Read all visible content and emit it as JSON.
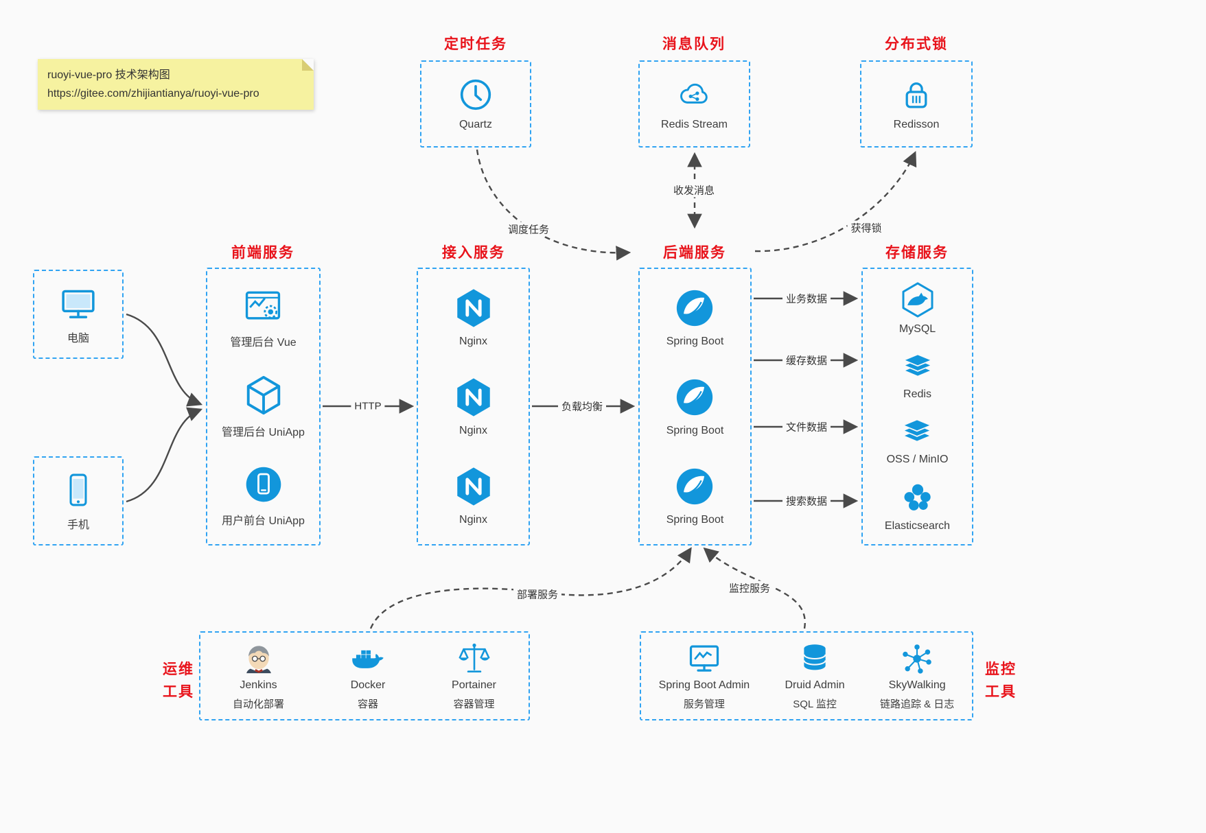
{
  "colors": {
    "accent": "#1296db",
    "box_border": "#30a3f2",
    "heading_red": "#e8131b",
    "arrow": "#4a4a4a",
    "note_bg": "#f6f2a0"
  },
  "note": {
    "line1": "ruoyi-vue-pro 技术架构图",
    "line2": "https://gitee.com/zhijiantianya/ruoyi-vue-pro"
  },
  "top_groups": [
    {
      "title": "定时任务",
      "label": "Quartz",
      "icon": "clock-icon"
    },
    {
      "title": "消息队列",
      "label": "Redis Stream",
      "icon": "cloud-stream-icon"
    },
    {
      "title": "分布式锁",
      "label": "Redisson",
      "icon": "lock-icon"
    }
  ],
  "clients": [
    {
      "label": "电脑",
      "icon": "monitor-icon"
    },
    {
      "label": "手机",
      "icon": "smartphone-icon"
    }
  ],
  "frontend": {
    "title": "前端服务",
    "items": [
      {
        "label": "管理后台 Vue",
        "icon": "admin-vue-icon"
      },
      {
        "label": "管理后台 UniApp",
        "icon": "uniapp-cube-icon"
      },
      {
        "label": "用户前台 UniApp",
        "icon": "user-app-icon"
      }
    ]
  },
  "gateway": {
    "title": "接入服务",
    "items": [
      {
        "label": "Nginx",
        "icon": "nginx-icon"
      },
      {
        "label": "Nginx",
        "icon": "nginx-icon"
      },
      {
        "label": "Nginx",
        "icon": "nginx-icon"
      }
    ]
  },
  "backend": {
    "title": "后端服务",
    "items": [
      {
        "label": "Spring Boot",
        "icon": "spring-icon"
      },
      {
        "label": "Spring Boot",
        "icon": "spring-icon"
      },
      {
        "label": "Spring Boot",
        "icon": "spring-icon"
      }
    ]
  },
  "storage": {
    "title": "存储服务",
    "items": [
      {
        "label": "MySQL",
        "icon": "mysql-icon"
      },
      {
        "label": "Redis",
        "icon": "redis-stack-icon"
      },
      {
        "label": "OSS / MinIO",
        "icon": "oss-stack-icon"
      },
      {
        "label": "Elasticsearch",
        "icon": "elasticsearch-icon"
      }
    ]
  },
  "ops": {
    "title_line1": "运维",
    "title_line2": "工具",
    "items": [
      {
        "label": "Jenkins",
        "sublabel": "自动化部署",
        "icon": "jenkins-icon"
      },
      {
        "label": "Docker",
        "sublabel": "容器",
        "icon": "docker-icon"
      },
      {
        "label": "Portainer",
        "sublabel": "容器管理",
        "icon": "portainer-icon"
      }
    ]
  },
  "monitoring": {
    "title_line1": "监控",
    "title_line2": "工具",
    "items": [
      {
        "label": "Spring Boot Admin",
        "sublabel": "服务管理",
        "icon": "admin-monitor-icon"
      },
      {
        "label": "Druid Admin",
        "sublabel": "SQL 监控",
        "icon": "druid-icon"
      },
      {
        "label": "SkyWalking",
        "sublabel": "链路追踪 & 日志",
        "icon": "skywalking-icon"
      }
    ]
  },
  "edges": {
    "http": "HTTP",
    "load_balance": "负载均衡",
    "schedule_task": "调度任务",
    "send_receive_message": "收发消息",
    "acquire_lock": "获得锁",
    "business_data": "业务数据",
    "cache_data": "缓存数据",
    "file_data": "文件数据",
    "search_data": "搜索数据",
    "deploy_service": "部署服务",
    "monitor_service": "监控服务"
  }
}
